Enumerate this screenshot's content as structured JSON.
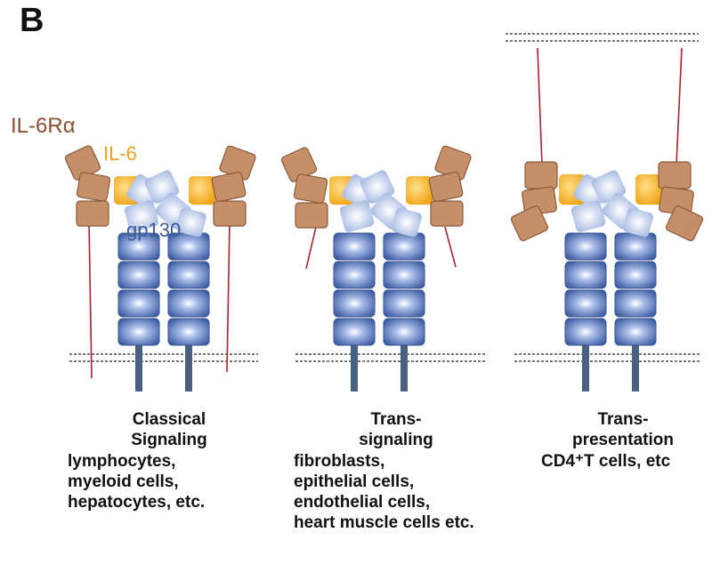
{
  "panel_label": "B",
  "labels": {
    "il6r": "IL-6Rα",
    "il6": "IL-6",
    "gp130": "gp130"
  },
  "colors": {
    "il6r": "#c58f68",
    "il6r_stroke": "#8a5a3c",
    "il6": "#f0a818",
    "gp130_head": "#b8c8e8",
    "gp130_body": "#4868a8",
    "stem": "#4a6080",
    "anchor": "#b02030",
    "label_il6r": "#8a5030",
    "label_il6": "#f0a020",
    "label_gp130": "#3a5a98"
  },
  "mechanisms": [
    {
      "title_line1": "Classical",
      "title_line2": "Signaling",
      "cells": [
        "lymphocytes,",
        "myeloid cells,",
        "hepatocytes, etc."
      ]
    },
    {
      "title_line1": "Trans-",
      "title_line2": "signaling",
      "cells": [
        "fibroblasts,",
        "epithelial cells,",
        "endothelial cells,",
        "heart muscle cells etc."
      ]
    },
    {
      "title_line1": "Trans-",
      "title_line2": "presentation",
      "cells": [
        "CD4⁺T cells, etc"
      ]
    }
  ]
}
